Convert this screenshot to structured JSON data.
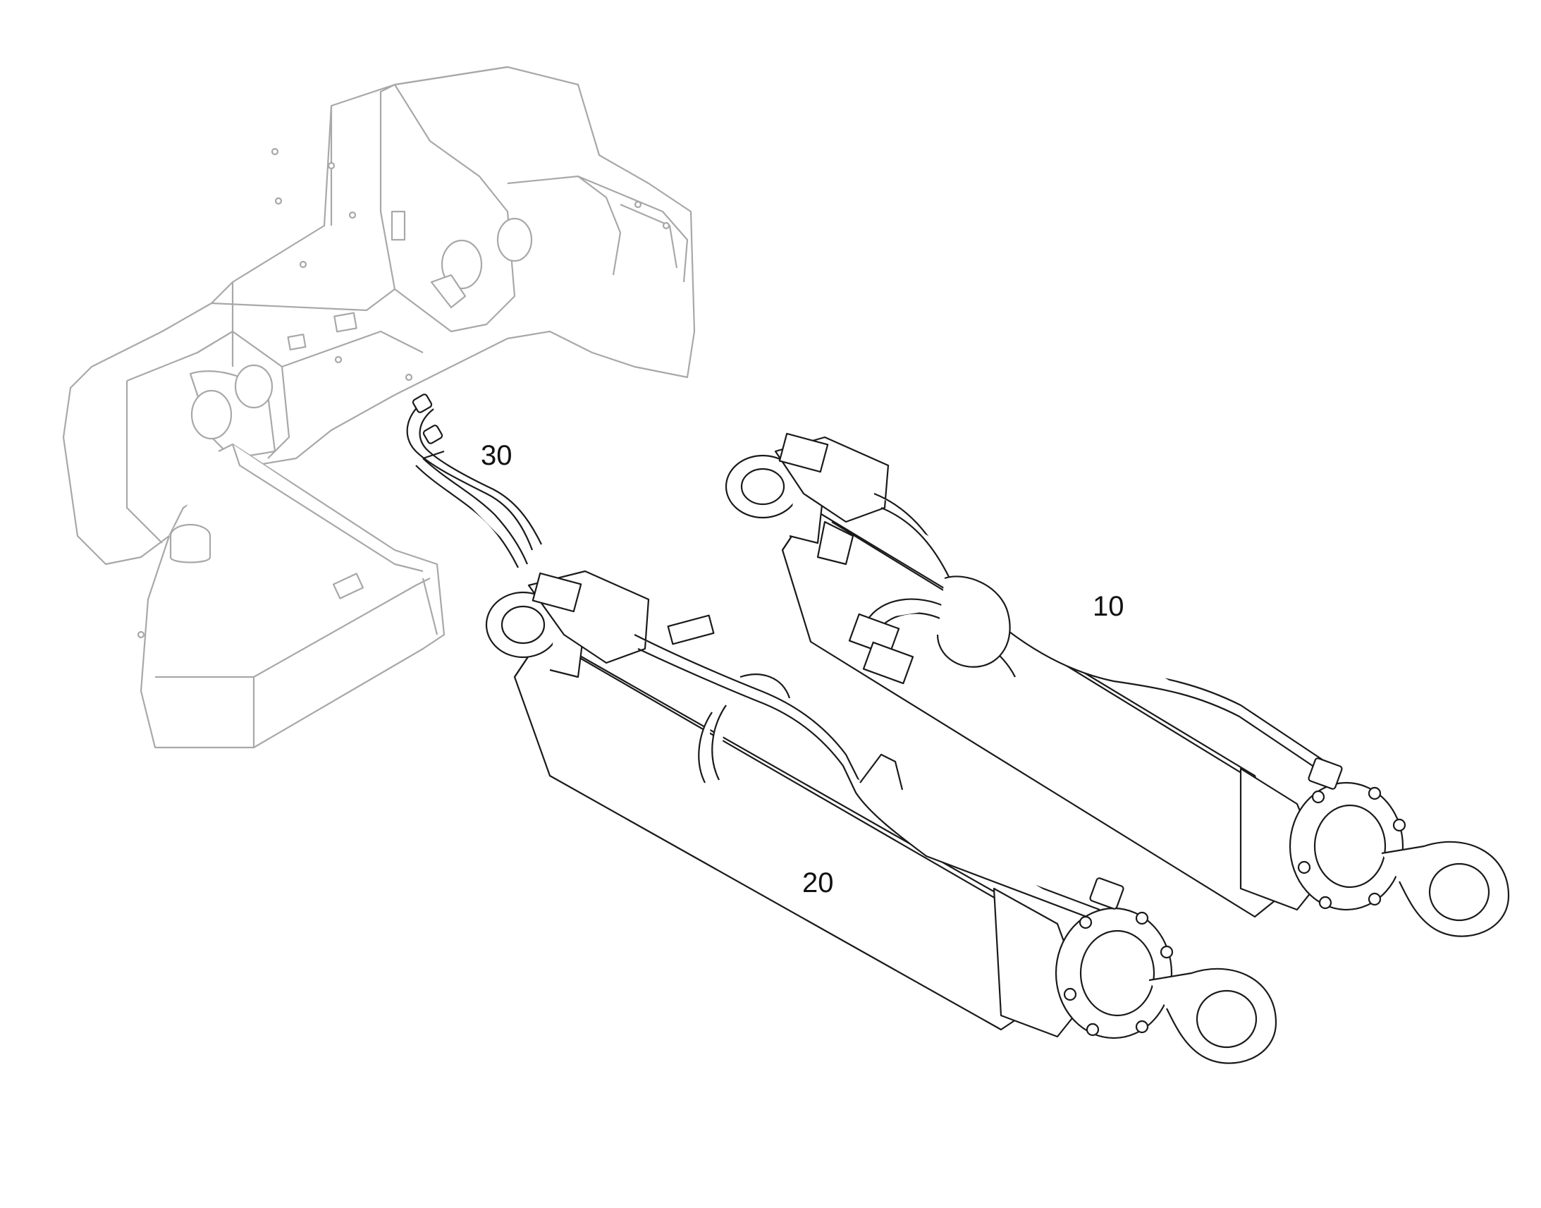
{
  "colors": {
    "background": "#ffffff",
    "frame_line": "#a8a8a8",
    "part_line": "#1a1a1a"
  },
  "callouts": {
    "item_10": "10",
    "item_20": "20",
    "item_30": "30"
  }
}
